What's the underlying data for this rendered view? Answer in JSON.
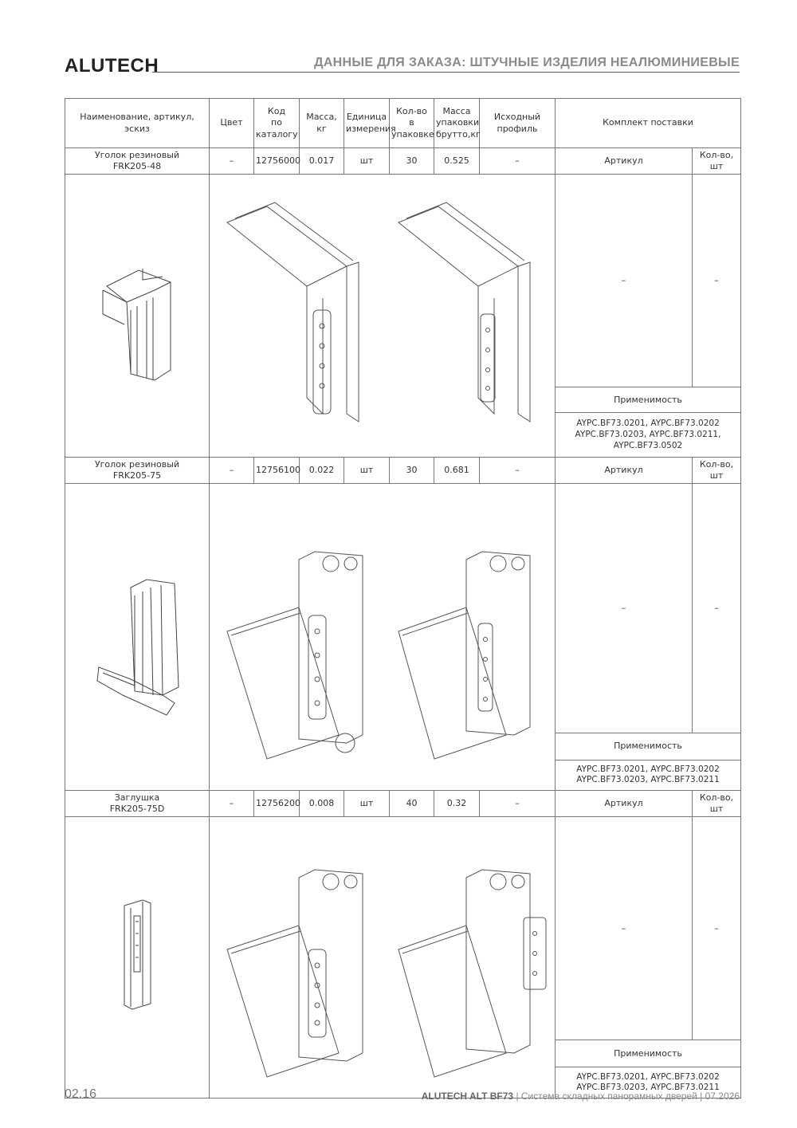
{
  "header": {
    "brand": "ALUTECH",
    "title": "ДАННЫЕ ДЛЯ ЗАКАЗА: ШТУЧНЫЕ ИЗДЕЛИЯ НЕАЛЮМИНИЕВЫЕ"
  },
  "columns": {
    "name": "Наименование, артикул, эскиз",
    "color": "Цвет",
    "code": "Код\nпо\nкаталогу",
    "mass": "Масса,\nкг",
    "unit": "Единица\nизмерения",
    "pack_qty": "Кол-во\nв упаковке",
    "pack_mass": "Масса\nупаковки\nбрутто,кг",
    "source": "Исходный\nпрофиль",
    "kit": "Комплект поставки"
  },
  "items": [
    {
      "name": "Уголок резиновый\nFRK205-48",
      "color": "–",
      "code": "12756000",
      "mass": "0.017",
      "unit": "шт",
      "pack_qty": "30",
      "pack_mass": "0.525",
      "source": "–",
      "kit_article_label": "Артикул",
      "kit_qty_label": "Кол-во,\nшт",
      "kit_article": "–",
      "kit_qty": "–",
      "applicability_label": "Применимость",
      "applicability": "AYPC.BF73.0201, AYPC.BF73.0202\nAYPC.BF73.0203, AYPC.BF73.0211,\nAYPC.BF73.0502"
    },
    {
      "name": "Уголок резиновый\nFRK205-75",
      "color": "–",
      "code": "12756100",
      "mass": "0.022",
      "unit": "шт",
      "pack_qty": "30",
      "pack_mass": "0.681",
      "source": "–",
      "kit_article_label": "Артикул",
      "kit_qty_label": "Кол-во,\nшт",
      "kit_article": "–",
      "kit_qty": "–",
      "applicability_label": "Применимость",
      "applicability": "AYPC.BF73.0201, AYPC.BF73.0202\nAYPC.BF73.0203, AYPC.BF73.0211"
    },
    {
      "name": "Заглушка\nFRK205-75D",
      "color": "–",
      "code": "12756200",
      "mass": "0.008",
      "unit": "шт",
      "pack_qty": "40",
      "pack_mass": "0.32",
      "source": "–",
      "kit_article_label": "Артикул",
      "kit_qty_label": "Кол-во,\nшт",
      "kit_article": "–",
      "kit_qty": "–",
      "applicability_label": "Применимость",
      "applicability": "AYPC.BF73.0201, AYPC.BF73.0202\nAYPC.BF73.0203, AYPC.BF73.0211"
    }
  ],
  "footer": {
    "page": "02.16",
    "product": "ALUTECH ALT BF73",
    "subtitle": " | Система складных панорамных дверей | 07.2026"
  }
}
